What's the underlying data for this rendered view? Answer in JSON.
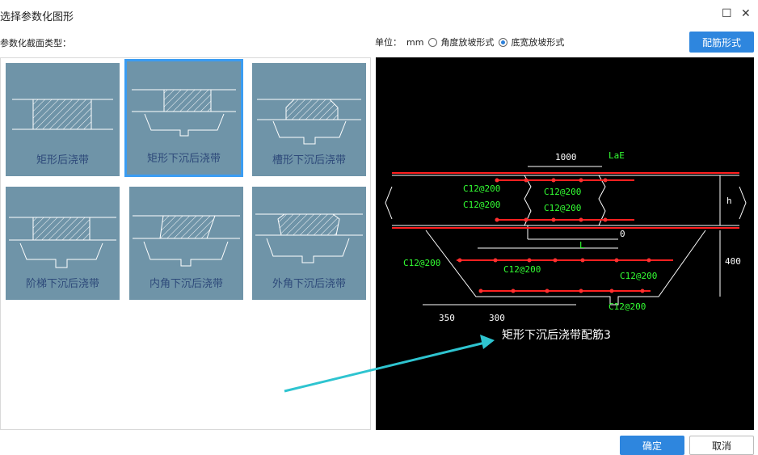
{
  "window": {
    "title": "选择参数化图形",
    "maximize_icon": "maximize-icon",
    "close_icon": "close-icon"
  },
  "section_label": "参数化截面类型：",
  "units": {
    "label": "单位：",
    "value": "mm"
  },
  "radio_options": [
    {
      "label": "角度放坡形式",
      "selected": false
    },
    {
      "label": "底宽放坡形式",
      "selected": true
    }
  ],
  "rebar_button": "配筋形式",
  "tiles": [
    {
      "label": "矩形后浇带",
      "selected": false
    },
    {
      "label": "矩形下沉后浇带",
      "selected": true
    },
    {
      "label": "槽形下沉后浇带",
      "selected": false
    },
    {
      "label": "阶梯下沉后浇带",
      "selected": false
    },
    {
      "label": "内角下沉后浇带",
      "selected": false
    },
    {
      "label": "外角下沉后浇带",
      "selected": false
    }
  ],
  "preview": {
    "dim_top": "1000",
    "lae": "LaE",
    "c12_1": "C12@200",
    "c12_2": "C12@200",
    "c12_3": "C12@200",
    "c12_4": "C12@200",
    "c12_5": "C12@200",
    "c12_6": "C12@200",
    "c12_7": "C12@200",
    "c12_8": "C12@200",
    "h": "h",
    "zero": "0",
    "L": "L",
    "d400": "400",
    "d350": "350",
    "d300": "300",
    "caption": "矩形下沉后浇带配筋3"
  },
  "footer": {
    "ok": "确定",
    "cancel": "取消"
  },
  "colors": {
    "accent": "#2e86de",
    "tile_bg": "#6f94a8",
    "arrow": "#2ec4d0"
  }
}
